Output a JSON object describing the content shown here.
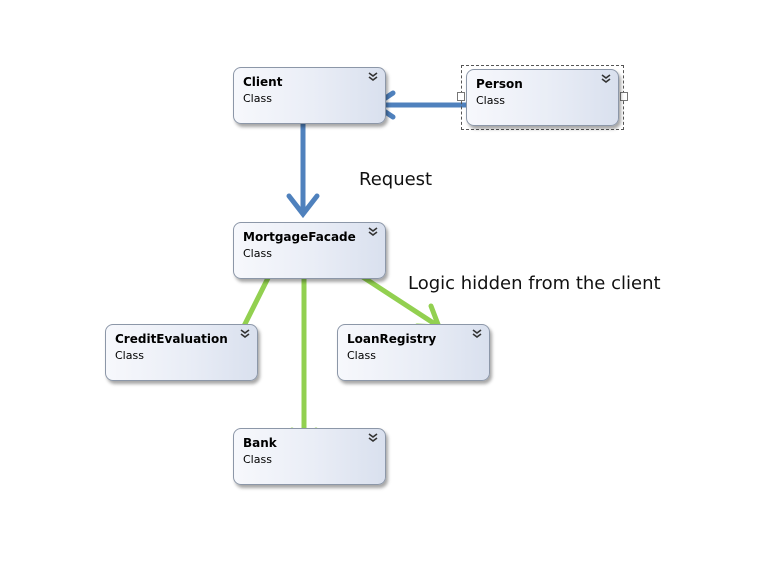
{
  "classes": [
    {
      "key": "client",
      "name": "Client",
      "kind": "Class"
    },
    {
      "key": "person",
      "name": "Person",
      "kind": "Class"
    },
    {
      "key": "mortgage",
      "name": "MortgageFacade",
      "kind": "Class"
    },
    {
      "key": "credit",
      "name": "CreditEvaluation",
      "kind": "Class"
    },
    {
      "key": "loan",
      "name": "LoanRegistry",
      "kind": "Class"
    },
    {
      "key": "bank",
      "name": "Bank",
      "kind": "Class"
    }
  ],
  "labels": {
    "request": "Request",
    "logic_hidden": "Logic hidden from the client"
  },
  "colors": {
    "request_arrow": "#4f81bd",
    "logic_arrow": "#92d050"
  }
}
